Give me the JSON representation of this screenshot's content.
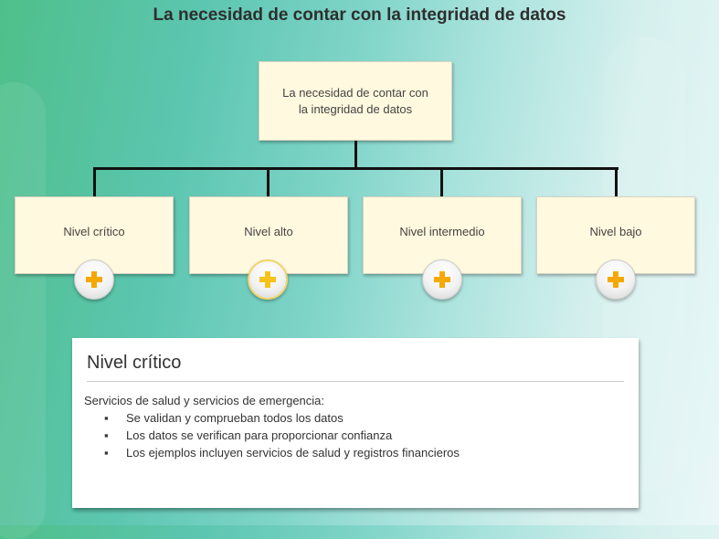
{
  "title": "La necesidad de contar con la integridad de datos",
  "root_box": {
    "line1": "La necesidad de contar con",
    "line2": "la integridad de datos"
  },
  "levels": [
    {
      "label": "Nivel crítico",
      "icon": "plus-icon"
    },
    {
      "label": "Nivel alto",
      "icon": "plus-icon"
    },
    {
      "label": "Nivel intermedio",
      "icon": "plus-icon"
    },
    {
      "label": "Nivel bajo",
      "icon": "plus-icon"
    }
  ],
  "panel": {
    "heading": "Nivel crítico",
    "intro": "Servicios de salud y servicios de emergencia:",
    "bullet": "▪",
    "items": [
      "Se validan y comprueban todos los datos",
      "Los datos se verifican para proporcionar confianza",
      "Los ejemplos incluyen servicios de salud y registros financieros"
    ]
  },
  "colors": {
    "box": "#fff9df",
    "plus": "#f5a800"
  }
}
